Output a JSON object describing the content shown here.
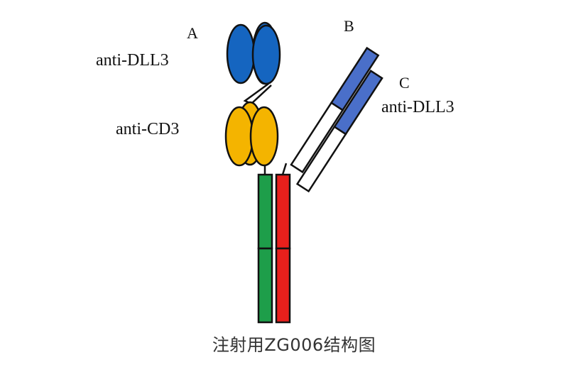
{
  "diagram": {
    "labels": {
      "domain_a": "A",
      "domain_b": "B",
      "domain_c": "C",
      "anti_dll3_top": "anti-DLL3",
      "anti_cd3": "anti-CD3",
      "anti_dll3_right": "anti-DLL3"
    },
    "caption": "注射用ZG006结构图",
    "colors": {
      "anti_dll3_domain": "#1565C0",
      "anti_cd3_domain": "#F4B400",
      "fc_chain_left": "#1E9E4A",
      "fc_chain_right": "#E8201C",
      "fab_variable": "#4A6FC9",
      "fab_constant": "#FFFFFF",
      "outline": "#111111"
    }
  }
}
